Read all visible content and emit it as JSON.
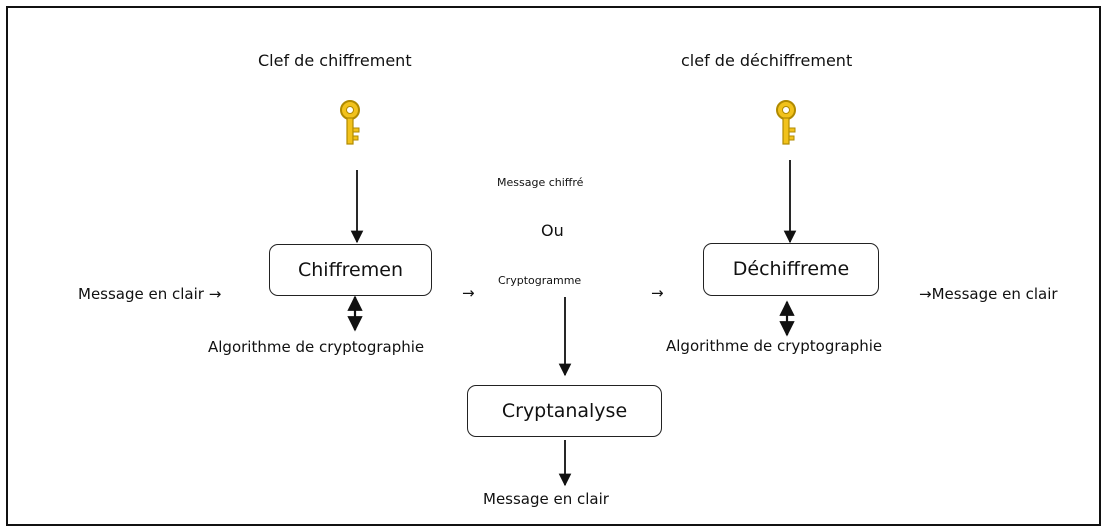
{
  "diagram": {
    "encryption_key_label": "Clef de chiffrement",
    "decryption_key_label": "clef de déchiffrement",
    "encrypt_box": "Chiffremen",
    "decrypt_box": "Déchiffreme",
    "cryptanalysis_box": "Cryptanalyse",
    "plaintext_in_label": "Message en clair",
    "plaintext_out_label": "Message en clair",
    "plaintext_recovered_label": "Message en clair",
    "ciphertext_label_top": "Message chiffré",
    "ciphertext_or": "Ou",
    "ciphertext_label_alt": "Cryptogramme",
    "algorithm_left_label": "Algorithme de cryptographie",
    "algorithm_right_label": "Algorithme de cryptographie",
    "arrow_glyph": "→"
  },
  "colors": {
    "key_fill": "#f2c21b",
    "key_stroke": "#b08a00",
    "line": "#111111"
  },
  "icons": [
    "key-icon"
  ]
}
